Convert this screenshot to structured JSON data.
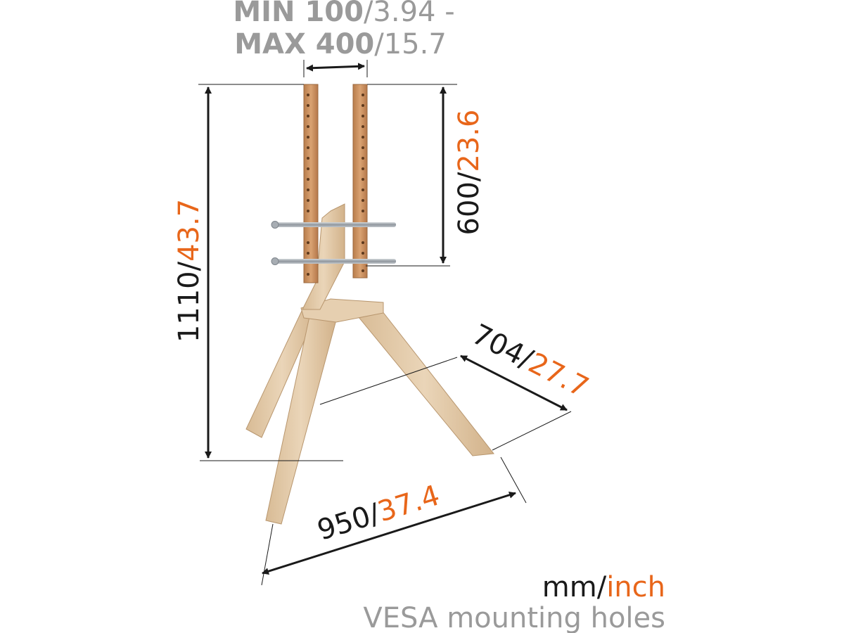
{
  "vesa_range": {
    "line1_bold": "MIN 100",
    "line1_light": "/3.94 -",
    "line2_bold": "MAX 400",
    "line2_light": "/15.7"
  },
  "dimensions": {
    "overall_height": {
      "mm": "1110/",
      "inch": "43.7"
    },
    "bracket_height": {
      "mm": "600/",
      "inch": "23.6"
    },
    "depth": {
      "mm": "704/",
      "inch": "27.7"
    },
    "width": {
      "mm": "950/",
      "inch": "37.4"
    }
  },
  "legend": {
    "mm": "mm/",
    "inch": "inch",
    "note": "VESA mounting holes"
  },
  "colors": {
    "accent": "#e8661a",
    "text_dark": "#1a1a1a",
    "text_gray": "#9a9a9a",
    "wood": "#e2c9a8",
    "wood_dark": "#c9a982",
    "bracket": "#c98f5e",
    "rod": "#a7adb3"
  }
}
